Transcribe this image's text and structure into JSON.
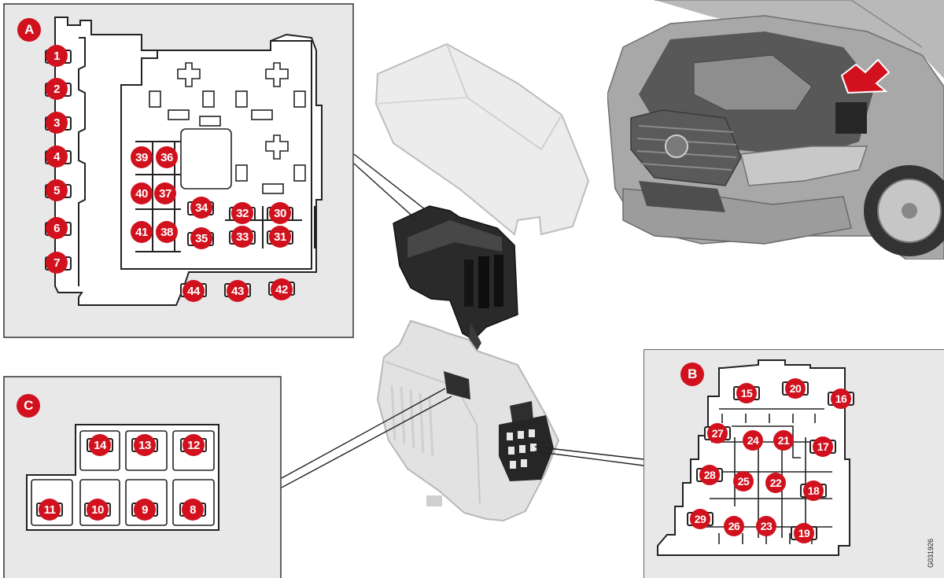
{
  "panels": {
    "a": {
      "label": "A"
    },
    "b": {
      "label": "B"
    },
    "c": {
      "label": "C"
    }
  },
  "fuses": {
    "f1": "1",
    "f2": "2",
    "f3": "3",
    "f4": "4",
    "f5": "5",
    "f6": "6",
    "f7": "7",
    "f8": "8",
    "f9": "9",
    "f10": "10",
    "f11": "11",
    "f12": "12",
    "f13": "13",
    "f14": "14",
    "f15": "15",
    "f16": "16",
    "f17": "17",
    "f18": "18",
    "f19": "19",
    "f20": "20",
    "f21": "21",
    "f22": "22",
    "f23": "23",
    "f24": "24",
    "f25": "25",
    "f26": "26",
    "f27": "27",
    "f28": "28",
    "f29": "29",
    "f30": "30",
    "f31": "31",
    "f32": "32",
    "f33": "33",
    "f34": "34",
    "f35": "35",
    "f36": "36",
    "f37": "37",
    "f38": "38",
    "f39": "39",
    "f40": "40",
    "f41": "41",
    "f42": "42",
    "f43": "43",
    "f44": "44"
  },
  "figure_code": "G031926",
  "colors": {
    "badge": "#d1121e",
    "panel_bg": "#eaeaea",
    "arrow": "#d1121e"
  }
}
